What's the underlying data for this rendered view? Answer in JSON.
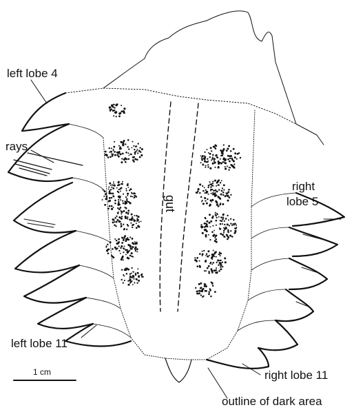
{
  "labels": {
    "left_lobe_4": "left lobe 4",
    "rays": "rays",
    "gut": "gut",
    "right_lobe_5_line1": "right",
    "right_lobe_5_line2": "lobe 5",
    "left_lobe_11": "left lobe 11",
    "right_lobe_11": "right lobe 11",
    "outline_dark_area": "outline of dark area",
    "scale_bar": "1 cm"
  },
  "colors": {
    "ink": "#111111",
    "background": "#ffffff"
  }
}
